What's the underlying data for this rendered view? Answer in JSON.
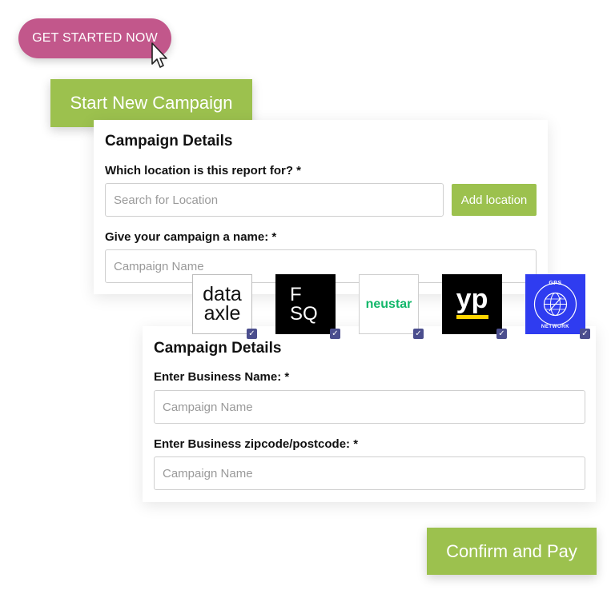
{
  "get_started": {
    "label": "GET STARTED NOW"
  },
  "start_campaign": {
    "label": "Start New Campaign"
  },
  "card1": {
    "title": "Campaign Details",
    "location_label": "Which location is this report for? *",
    "location_placeholder": "Search for Location",
    "add_location_label": "Add location",
    "name_label": "Give your campaign a name: *",
    "name_placeholder": "Campaign Name"
  },
  "logos": [
    {
      "name": "data-axle",
      "line1": "data",
      "line2": "axle",
      "checked": true
    },
    {
      "name": "fsq",
      "line1": "F",
      "line2": "SQ",
      "checked": true
    },
    {
      "name": "neustar",
      "text": "neustar",
      "checked": true
    },
    {
      "name": "yp",
      "text": "yp",
      "checked": true
    },
    {
      "name": "gps-network",
      "top": "GPS",
      "bottom": "NETWORK",
      "checked": true
    }
  ],
  "card2": {
    "title": "Campaign Details",
    "business_name_label": "Enter Business Name: *",
    "business_name_placeholder": "Campaign Name",
    "zip_label": "Enter Business zipcode/postcode: *",
    "zip_placeholder": "Campaign Name"
  },
  "confirm": {
    "label": "Confirm and Pay"
  },
  "colors": {
    "accent_green": "#9cc14e",
    "pink": "#c2578b",
    "checkbox": "#4b4e8e",
    "yp_yellow": "#ffd400",
    "gps_blue": "#2f3cf0",
    "neustar_green": "#12b76a"
  }
}
